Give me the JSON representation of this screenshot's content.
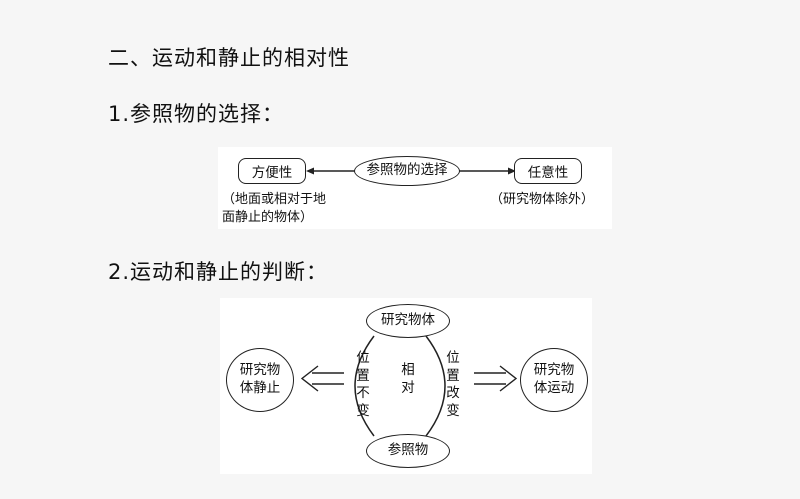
{
  "section_title": "二、运动和静止的相对性",
  "sub1": "1.参照物的选择：",
  "sub2": "2.运动和静止的判断：",
  "diagram1": {
    "left_box": "方便性",
    "center_oval": "参照物的选择",
    "right_box": "任意性",
    "left_note_line1": "（地面或相对于地",
    "left_note_line2": "面静止的物体）",
    "right_note": "（研究物体除外）"
  },
  "diagram2": {
    "top_oval": "研究物体",
    "bottom_oval": "参照物",
    "left_circle": "研究物体静止",
    "right_circle": "研究物体运动",
    "left_label": "位置不变",
    "center_label": "相对",
    "right_label": "位置改变"
  }
}
